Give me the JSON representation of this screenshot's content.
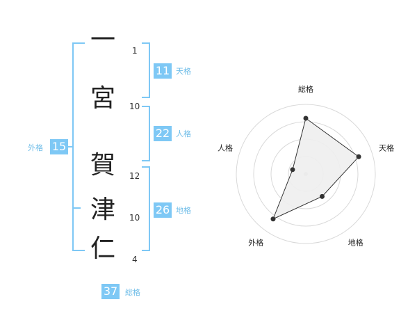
{
  "name": {
    "characters": [
      {
        "char": "一",
        "strokes": "1"
      },
      {
        "char": "宮",
        "strokes": "10"
      },
      {
        "char": "賀",
        "strokes": "12"
      },
      {
        "char": "津",
        "strokes": "10"
      },
      {
        "char": "仁",
        "strokes": "4"
      }
    ]
  },
  "kakusu": {
    "tenkaku": {
      "value": "11",
      "label": "天格"
    },
    "jinkaku": {
      "value": "22",
      "label": "人格"
    },
    "chikaku": {
      "value": "26",
      "label": "地格"
    },
    "gaikaku": {
      "value": "15",
      "label": "外格"
    },
    "soukaku": {
      "value": "37",
      "label": "総格"
    }
  },
  "chart_data": {
    "type": "radar",
    "axes": [
      "総格",
      "天格",
      "地格",
      "外格",
      "人格"
    ],
    "values": [
      4,
      4,
      2,
      4,
      1
    ],
    "rlim": [
      0,
      5
    ],
    "rings": 4,
    "fill_color": "#eeeeee",
    "line_color": "#333333"
  },
  "colors": {
    "accent": "#7ec8f5",
    "accent_text": "#6fbde8"
  }
}
